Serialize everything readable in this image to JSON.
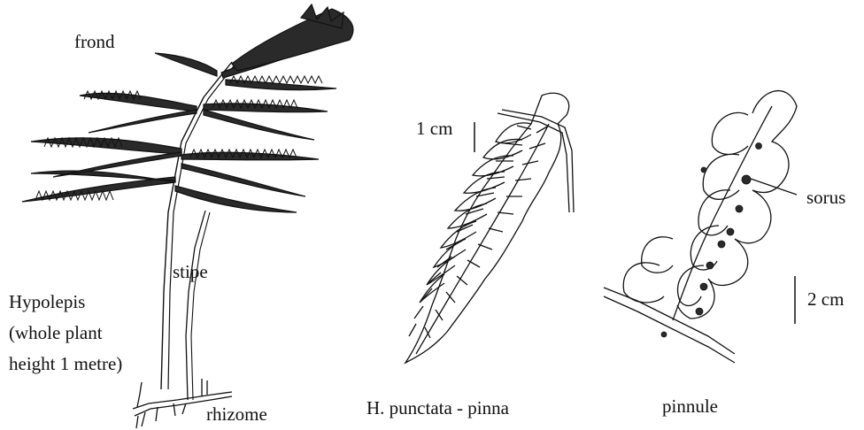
{
  "labels": {
    "frond": "frond",
    "stipe": "stipe",
    "rhizome": "rhizome",
    "genus": "Hypolepis",
    "whole_plant": "(whole plant",
    "height": "height 1 metre)",
    "scale_1cm": "1 cm",
    "pinna_caption": "H. punctata - pinna",
    "pinnule_caption": "pinnule",
    "sorus": "sorus",
    "scale_2cm": "2 cm"
  },
  "colors": {
    "ink": "#111111",
    "fill": "#2a2a2a",
    "background": "#ffffff"
  }
}
